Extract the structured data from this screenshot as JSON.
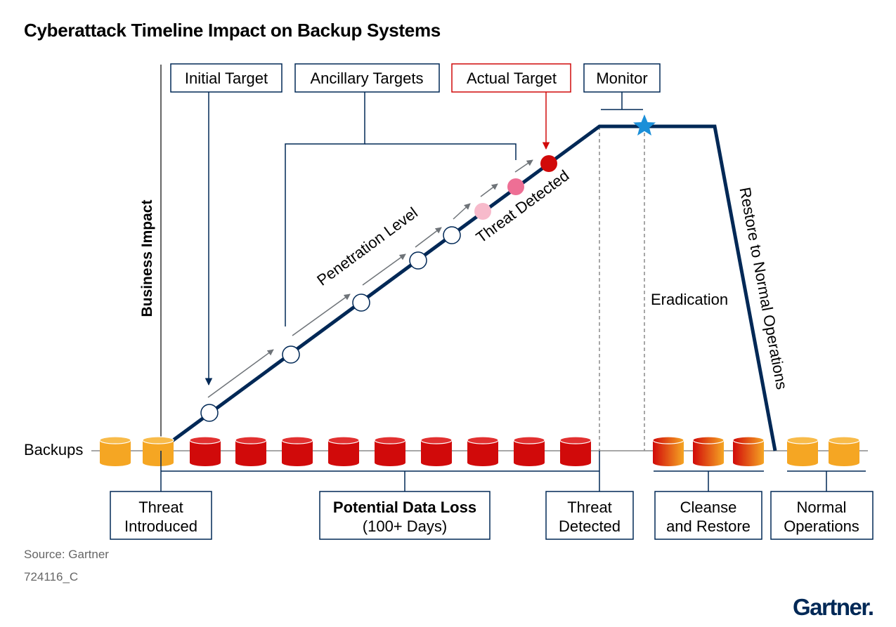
{
  "title": "Cyberattack Timeline Impact on Backup Systems",
  "y_axis_label": "Business Impact",
  "backups_label": "Backups",
  "top_labels": {
    "initial_target": "Initial Target",
    "ancillary_targets": "Ancillary Targets",
    "actual_target": "Actual Target",
    "monitor": "Monitor"
  },
  "curve_labels": {
    "penetration_level": "Penetration Level",
    "threat_detected": "Threat Detected",
    "eradication": "Eradication",
    "restore": "Restore to Normal Operations"
  },
  "bottom_labels": {
    "threat_introduced": [
      "Threat",
      "Introduced"
    ],
    "data_loss": [
      "Potential Data Loss",
      "(100+ Days)"
    ],
    "threat_detected": [
      "Threat",
      "Detected"
    ],
    "cleanse_restore": [
      "Cleanse",
      "and Restore"
    ],
    "normal_operations": [
      "Normal",
      "Operations"
    ]
  },
  "backup_stages": [
    "clean",
    "clean",
    "infected",
    "infected",
    "infected",
    "infected",
    "infected",
    "infected",
    "infected",
    "infected",
    "infected",
    "restoring",
    "restoring",
    "restoring",
    "clean",
    "clean"
  ],
  "colors": {
    "navy": "#002856",
    "clean_backup": "#F5A623",
    "infected_backup": "#D10A0A",
    "actual_target": "#D10A0A",
    "penetration_pink": "#EE6F95",
    "penetration_light_pink": "#F7BACB",
    "monitor_star": "#1B8FD8",
    "arrow_grey": "#6E7378",
    "dashed_grey": "#8A8A8A"
  },
  "source": "Source: Gartner",
  "code": "724116_C",
  "logo": "Gartner"
}
